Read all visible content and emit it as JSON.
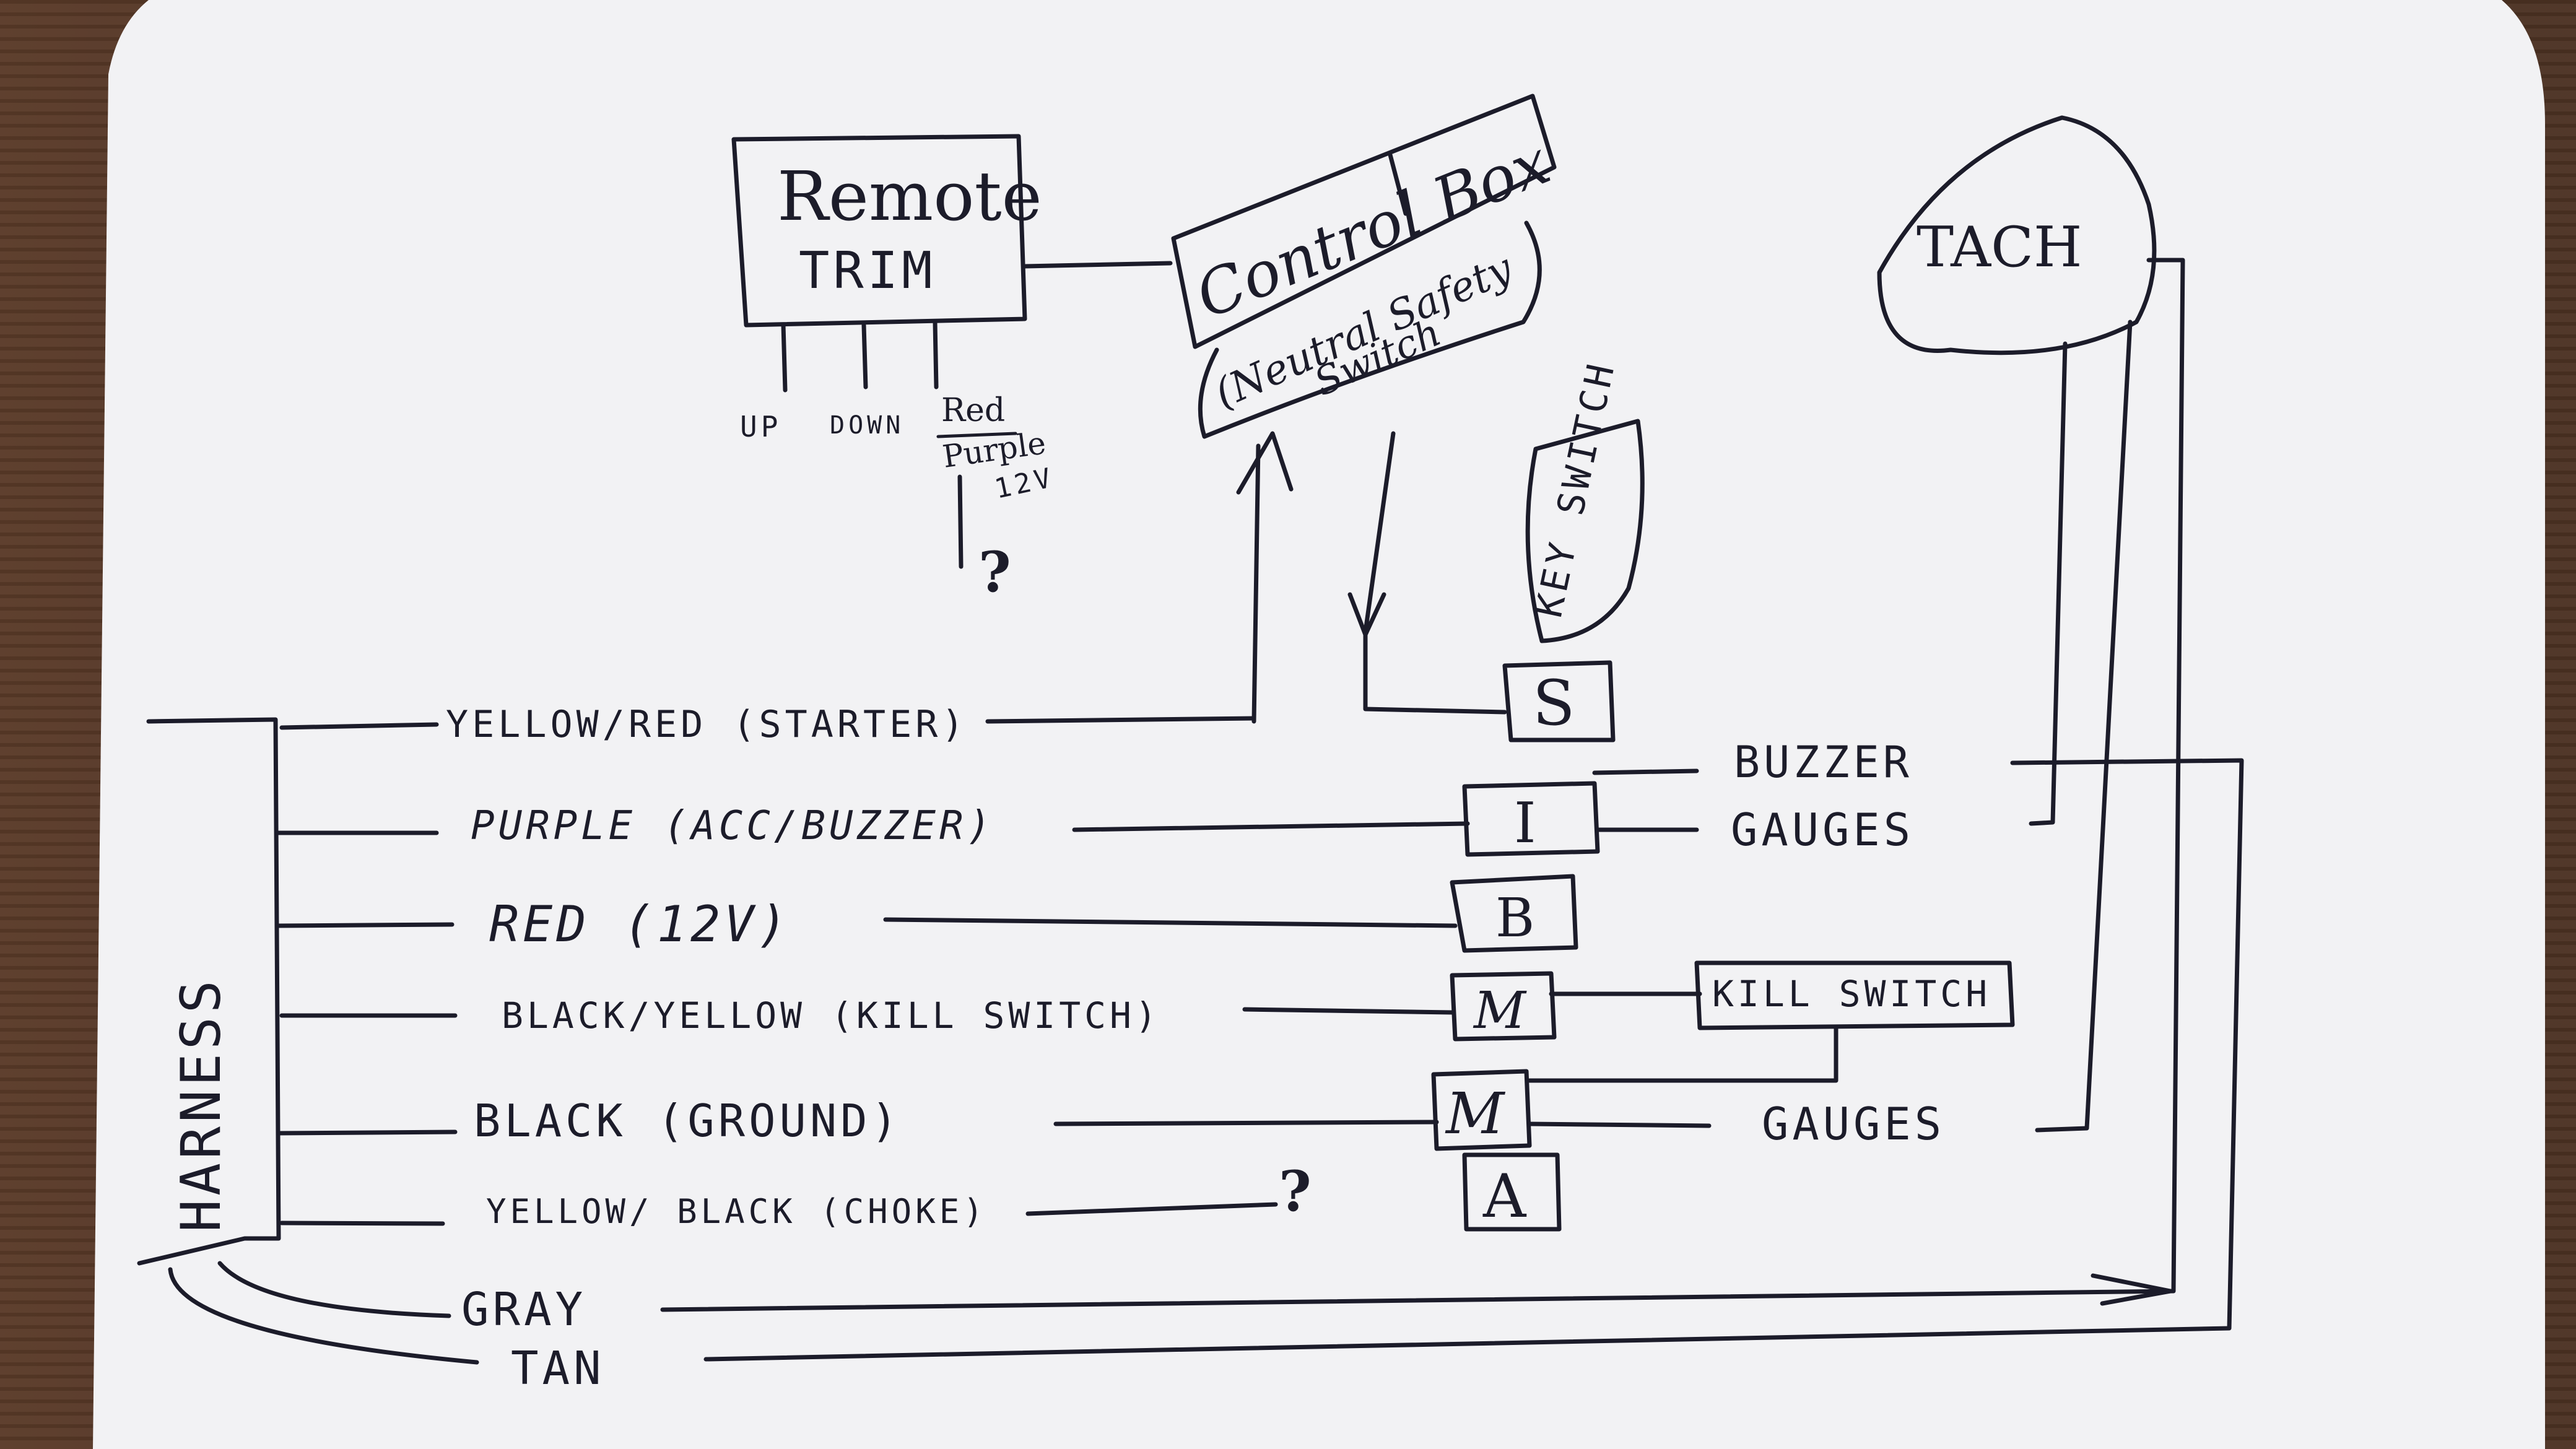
{
  "components": {
    "remote_trim": "Remote TRIM",
    "control_box": "Control Box",
    "neutral_safety": "(Neutral Safety Switch",
    "tach": "TACH",
    "key_switch": "KEY SWITCH",
    "harness": "HARNESS",
    "kill_switch": "KILL SWITCH"
  },
  "trim_wires": {
    "up": "UP",
    "down": "DOWN",
    "red": "Red",
    "purple": "Purple",
    "v12": "12V",
    "unknown": "?"
  },
  "terminals": {
    "s": "S",
    "i": "I",
    "b": "B",
    "m_upper": "M",
    "m_lower": "M",
    "a": "A"
  },
  "wires": {
    "yellow_red": "YELLOW/RED (STARTER)",
    "purple": "PURPLE (ACC/BUZZER)",
    "red": "RED (12V)",
    "black_yellow": "BLACK/YELLOW (KILL SWITCH)",
    "black": "BLACK (GROUND)",
    "yellow_black": "YELLOW/ BLACK (CHOKE)",
    "gray": "GRAY",
    "tan": "TAN"
  },
  "outputs": {
    "buzzer": "BUZZER",
    "gauges_top": "GAUGES",
    "gauges_bottom": "GAUGES",
    "choke_unknown": "?"
  },
  "colors": {
    "paper": "#f2f2f4",
    "ink": "#1c1c2a",
    "table": "#4a3224"
  }
}
